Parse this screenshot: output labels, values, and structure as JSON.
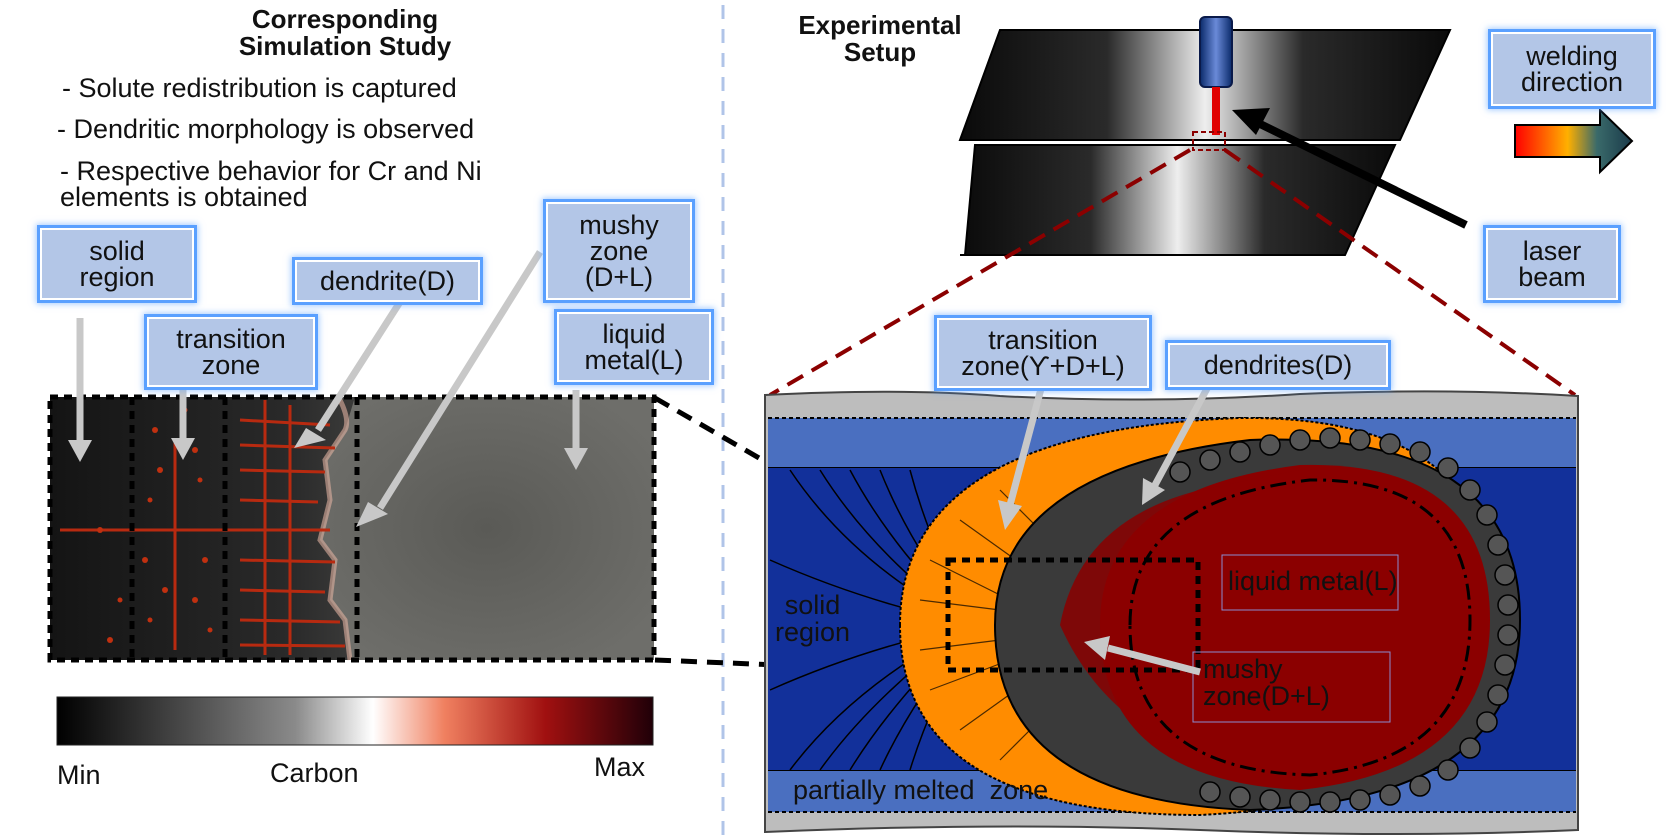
{
  "left": {
    "title": "Corresponding\nSimulation Study",
    "bullets": [
      "- Solute redistribution is captured",
      "- Dendritic morphology is observed",
      "- Respective behavior for Cr and Ni\nelements is obtained"
    ],
    "labels": {
      "solid_region": "solid\nregion",
      "transition_zone": "transition\nzone",
      "dendrite": "dendrite(D)",
      "mushy_zone": "mushy\nzone\n(D+L)",
      "liquid_metal": "liquid\nmetal(L)"
    },
    "colorbar": {
      "min": "Min",
      "label": "Carbon",
      "max": "Max"
    }
  },
  "right": {
    "title": "Experimental\nSetup",
    "labels": {
      "welding_direction": "welding\ndirection",
      "laser_beam": "laser\nbeam",
      "transition_zone": "transition\nzone(Ƴ+D+L)",
      "dendrites": "dendrites(D)",
      "solid_region": "solid\nregion",
      "liquid_metal": "liquid metal(L)",
      "mushy_zone": "mushy\nzone(D+L)",
      "partially_melted_zone": "partially melted  zone"
    }
  },
  "colors": {
    "label_fill": "#b3c6e7",
    "label_glow": "#5aa0ff",
    "blue_region": "#12309a",
    "orange_region": "#ff8c00",
    "liquid_red": "#8b0000",
    "pmz_blue": "#4a6fc0",
    "divider": "#b0c4e8"
  }
}
